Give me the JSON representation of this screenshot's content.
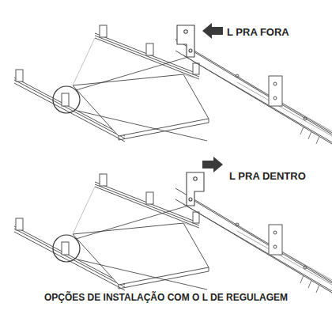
{
  "diagram": {
    "caption": "OPÇÕES DE INSTALAÇÃO COM O L DE REGULAGEM",
    "labels": [
      "L PRA FORA",
      "L PRA DENTRO"
    ]
  }
}
